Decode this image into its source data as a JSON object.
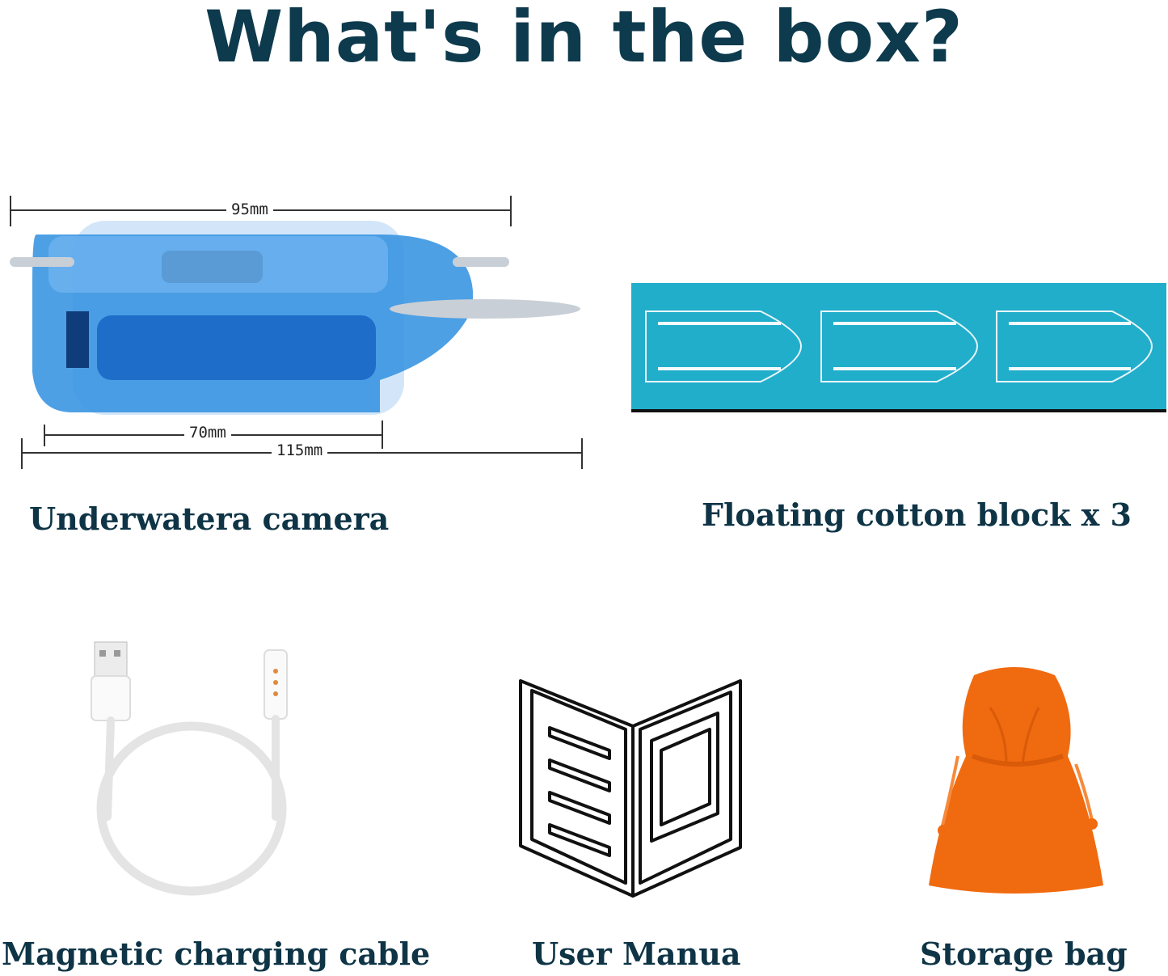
{
  "headline": "What's in the box?",
  "items": {
    "camera": {
      "caption": "Underwatera camera",
      "dimensions": {
        "top": "95mm",
        "inner": "70mm",
        "overall": "115mm"
      }
    },
    "floats": {
      "caption": "Floating cotton block x 3"
    },
    "cable": {
      "caption": "Magnetic charging cable"
    },
    "manual": {
      "caption": "User Manua"
    },
    "bag": {
      "caption": "Storage bag"
    }
  },
  "colors": {
    "heading": "#0d3a4c",
    "camera_blue": "#2f8fe0",
    "float_panel": "#21aecb",
    "bag_orange": "#f06a10"
  }
}
